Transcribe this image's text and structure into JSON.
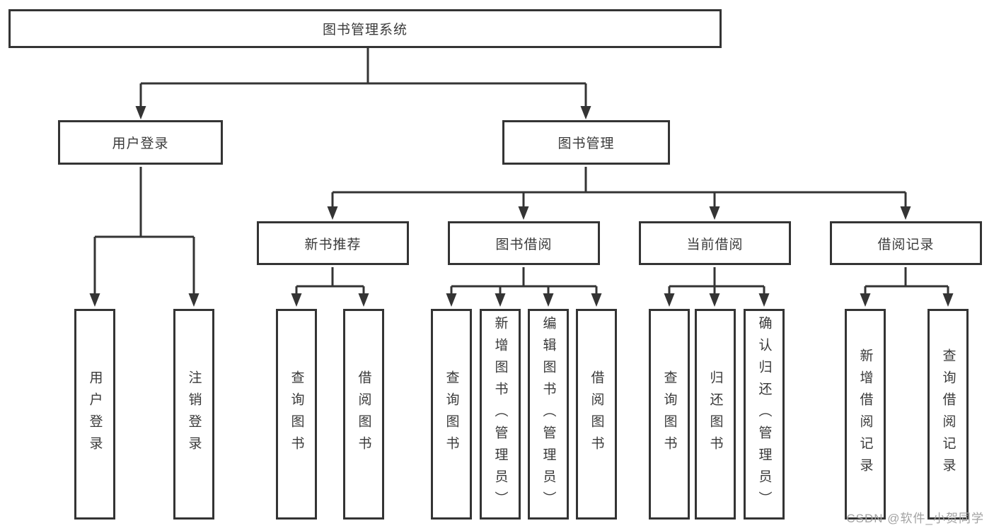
{
  "tree": {
    "label": "图书管理系统",
    "children": [
      {
        "label": "用户登录",
        "children": [
          {
            "label": "用户登录"
          },
          {
            "label": "注销登录"
          }
        ]
      },
      {
        "label": "图书管理",
        "children": [
          {
            "label": "新书推荐",
            "children": [
              {
                "label": "查询图书"
              },
              {
                "label": "借阅图书"
              }
            ]
          },
          {
            "label": "图书借阅",
            "children": [
              {
                "label": "查询图书"
              },
              {
                "label": "新增图书（管理员）"
              },
              {
                "label": "编辑图书（管理员）"
              },
              {
                "label": "借阅图书"
              }
            ]
          },
          {
            "label": "当前借阅",
            "children": [
              {
                "label": "查询图书"
              },
              {
                "label": "归还图书"
              },
              {
                "label": "确认归还（管理员）"
              }
            ]
          },
          {
            "label": "借阅记录",
            "children": [
              {
                "label": "新增借阅记录"
              },
              {
                "label": "查询借阅记录"
              }
            ]
          }
        ]
      }
    ]
  },
  "watermark": "CSDN @软件_小贺同学",
  "colors": {
    "line": "#343434",
    "text": "#3a3a3a",
    "watermark": "#a2a2a2",
    "background": "#ffffff"
  }
}
